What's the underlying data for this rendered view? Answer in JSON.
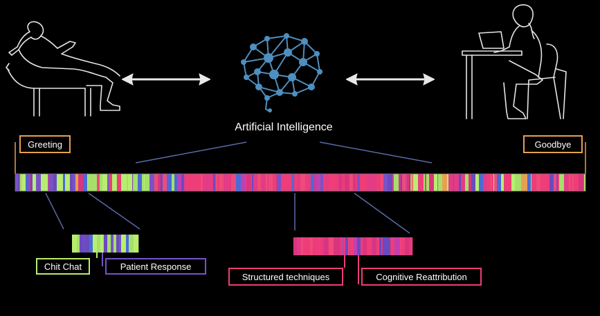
{
  "ai_label": "Artificial Intelligence",
  "labels": {
    "greeting": "Greeting",
    "goodbye": "Goodbye",
    "chit_chat": "Chit Chat",
    "patient_response": "Patient Response",
    "structured_techniques": "Structured techniques",
    "cognitive_reattribution": "Cognitive Reattribution"
  },
  "colors": {
    "background": "#000000",
    "greeting": "#e8a050",
    "goodbye": "#e8a050",
    "chit_chat": "#b8ee70",
    "patient_response": "#7a52c8",
    "structured": "#ee3d78",
    "cognitive": "#ee3d78",
    "brain": "#4e8fc0",
    "arrow": "#e8e8e8",
    "connector": "#5a6aa8"
  },
  "icons": {
    "left_person": "reclining-person-icon",
    "brain": "brain-network-icon",
    "right_person": "person-at-laptop-icon",
    "arrow_left": "double-arrow-icon",
    "arrow_right": "double-arrow-icon"
  }
}
